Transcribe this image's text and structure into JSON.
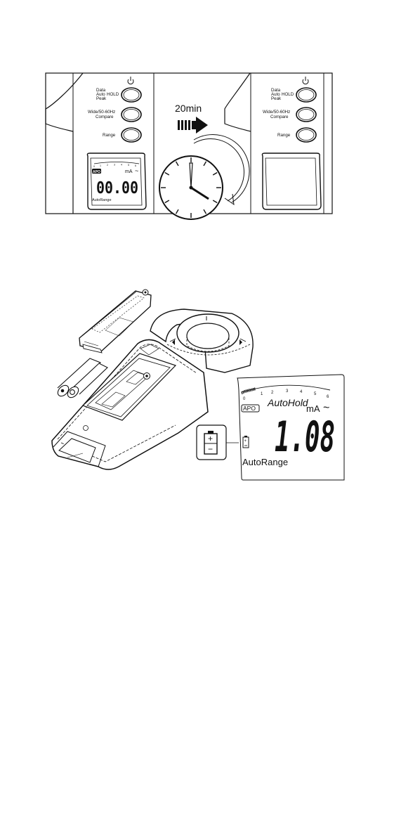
{
  "figure1": {
    "left_meter": {
      "btn1_lines": [
        "Data",
        "Auto",
        "Peak"
      ],
      "btn1_hold": "HOLD",
      "btn2_line1": "Wide/50-60Hz",
      "btn2_line2": "Compare",
      "btn3": "Range",
      "scale_ticks": [
        "0",
        "1",
        "2",
        "3",
        "4",
        "5",
        "6"
      ],
      "apo": "APO",
      "unit": "mA",
      "ac_symbol": "~",
      "reading": "00.00",
      "autorange": "AutoRange"
    },
    "arrow_label": "20min",
    "right_meter": {
      "btn1_lines": [
        "Data",
        "Auto",
        "Peak"
      ],
      "btn1_hold": "HOLD",
      "btn2_line1": "Wide/50-60Hz",
      "btn2_line2": "Compare",
      "btn3": "Range"
    }
  },
  "figure2": {
    "lcd": {
      "scale_ticks": [
        "0",
        "1",
        "2",
        "3",
        "4",
        "5",
        "6"
      ],
      "autohold": "AutoHold",
      "apo": "APO",
      "unit": "mA",
      "ac_symbol": "~",
      "reading": "1.08",
      "autorange": "AutoRange"
    },
    "battery_plus": "+",
    "battery_minus": "−"
  }
}
